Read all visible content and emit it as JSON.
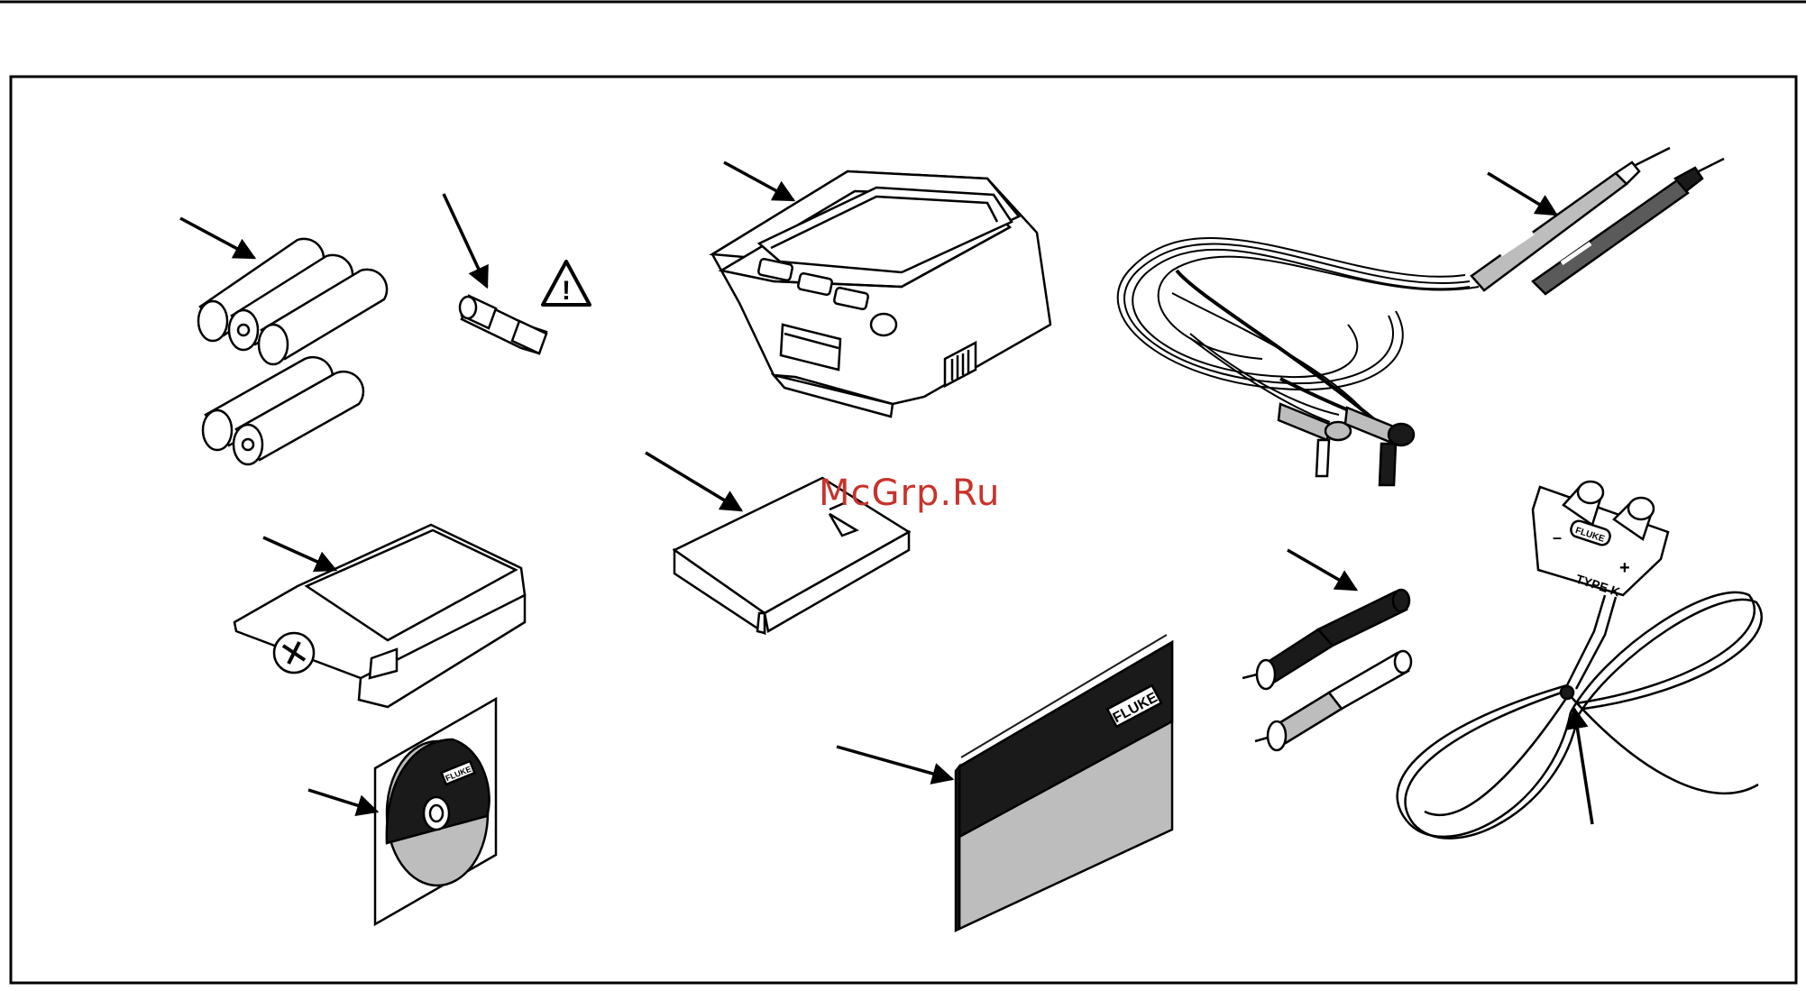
{
  "watermark": "McGrp.Ru",
  "labels": {
    "brand_booklet": "FLUKE",
    "brand_cd": "FLUKE",
    "brand_probe": "FLUKE",
    "probe_type": "TYPE K",
    "probe_minus": "–",
    "probe_plus": "+"
  },
  "icons": {
    "warning": "!"
  },
  "colors": {
    "stroke": "#000000",
    "gray": "#bdbdbd",
    "dark": "#1a1a1a",
    "watermark": "#c8332b"
  }
}
